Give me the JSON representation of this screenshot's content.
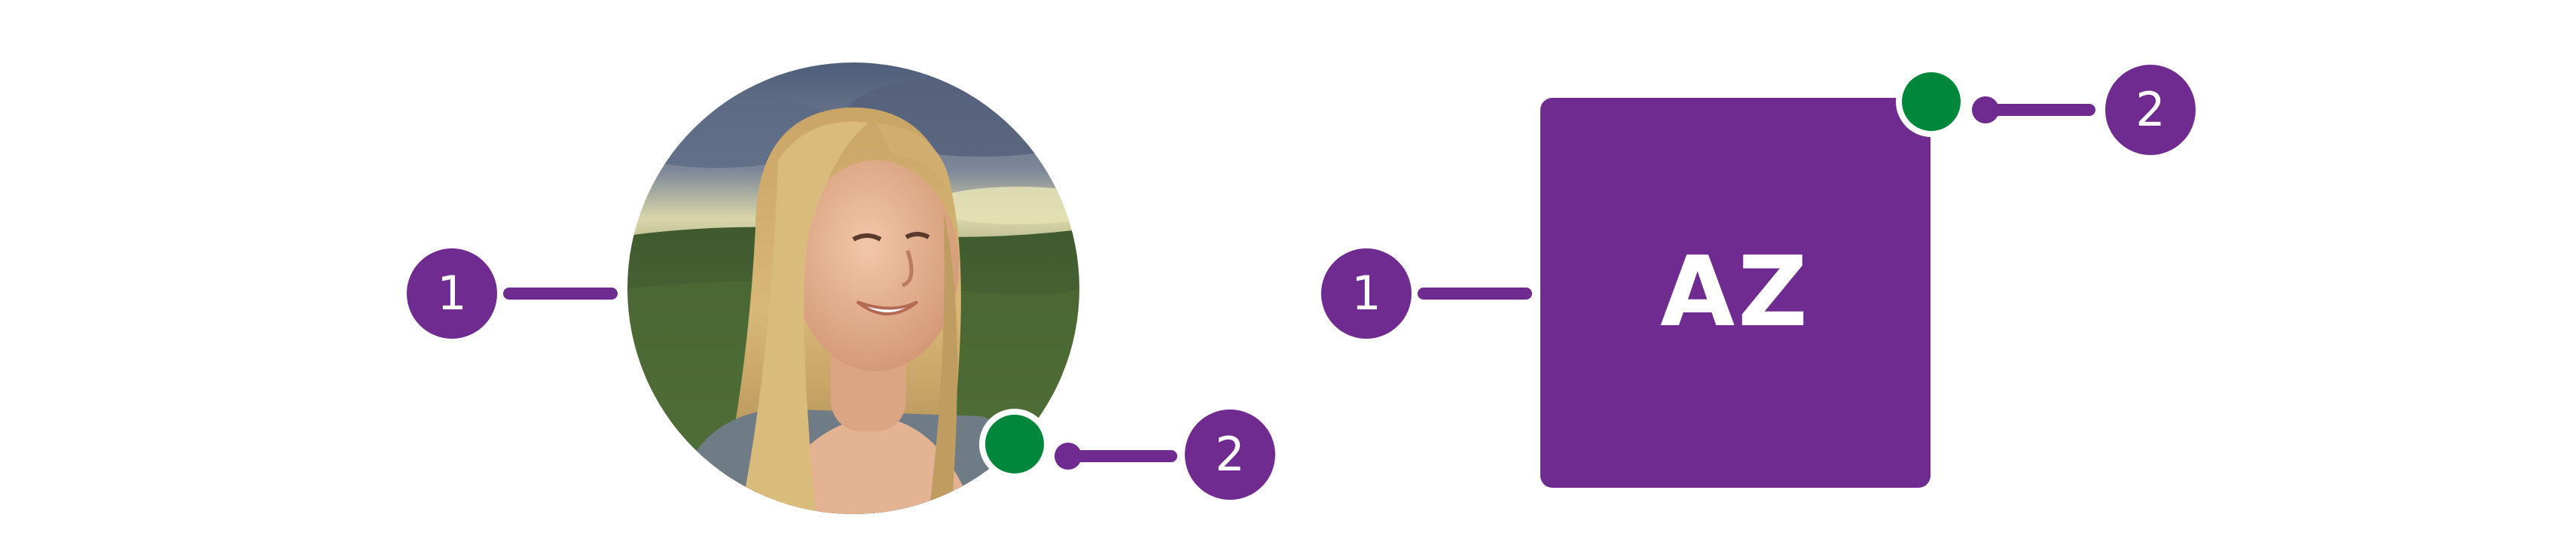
{
  "colors": {
    "accent": "#702b91",
    "presence": "#00873c",
    "background": "#ffffff"
  },
  "photo_avatar": {
    "image": "portrait-photo",
    "callout_avatar": "1",
    "callout_presence": "2"
  },
  "initials_avatar": {
    "initials": "AZ",
    "callout_avatar": "1",
    "callout_presence": "2"
  }
}
